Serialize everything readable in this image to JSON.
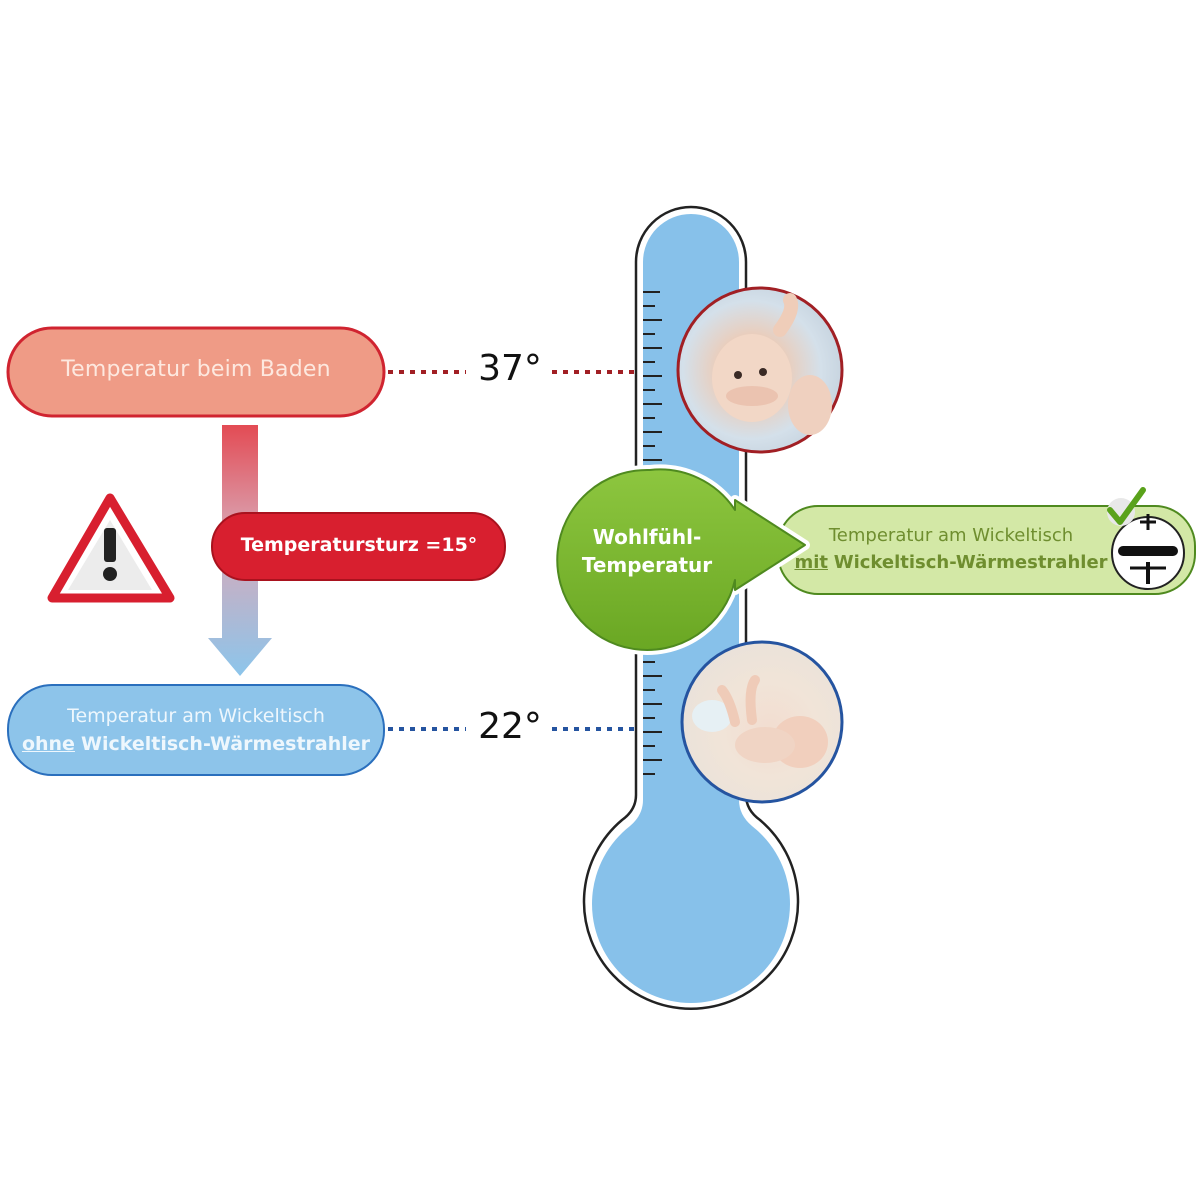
{
  "labels": {
    "bath_temperature": "Temperatur beim Baden",
    "temperature_drop": "Temperatursturz =15°",
    "changing_table_line1": "Temperatur am Wickeltisch",
    "without_word": "ohne",
    "heater_word": "Wickeltisch-Wärmestrahler",
    "with_word": "mit",
    "comfort_line1": "Wohlfühl-",
    "comfort_line2": "Temperatur"
  },
  "temperatures": {
    "bath": "37°",
    "changing_table": "22°"
  },
  "icons": [
    "warning-triangle-icon",
    "checkmark-icon",
    "heater-icon",
    "bath-baby-photo",
    "changing-baby-photo"
  ],
  "colors": {
    "red": "#d81f2f",
    "salmon": "#ef9b86",
    "blue": "#8dc4ea",
    "green": "#7db52b",
    "light_green": "#d3e8a6",
    "dark_red_dots": "#a11f24",
    "dark_blue_dots": "#2554a0"
  }
}
